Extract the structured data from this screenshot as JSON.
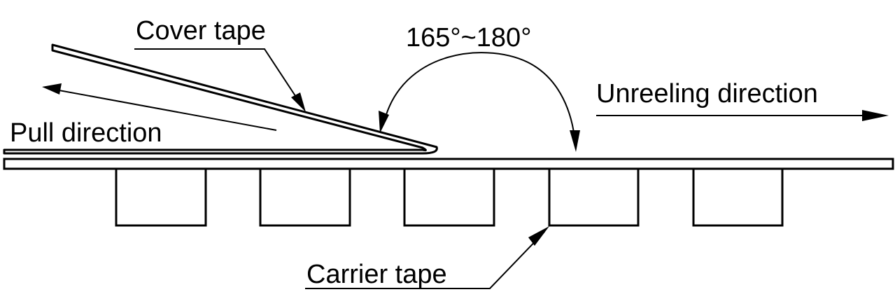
{
  "diagram": {
    "labels": {
      "cover_tape": "Cover tape",
      "angle": "165°~180°",
      "unreeling_direction": "Unreeling direction",
      "pull_direction": "Pull direction",
      "carrier_tape": "Carrier tape"
    },
    "colors": {
      "stroke": "#000000",
      "background": "#ffffff"
    }
  }
}
